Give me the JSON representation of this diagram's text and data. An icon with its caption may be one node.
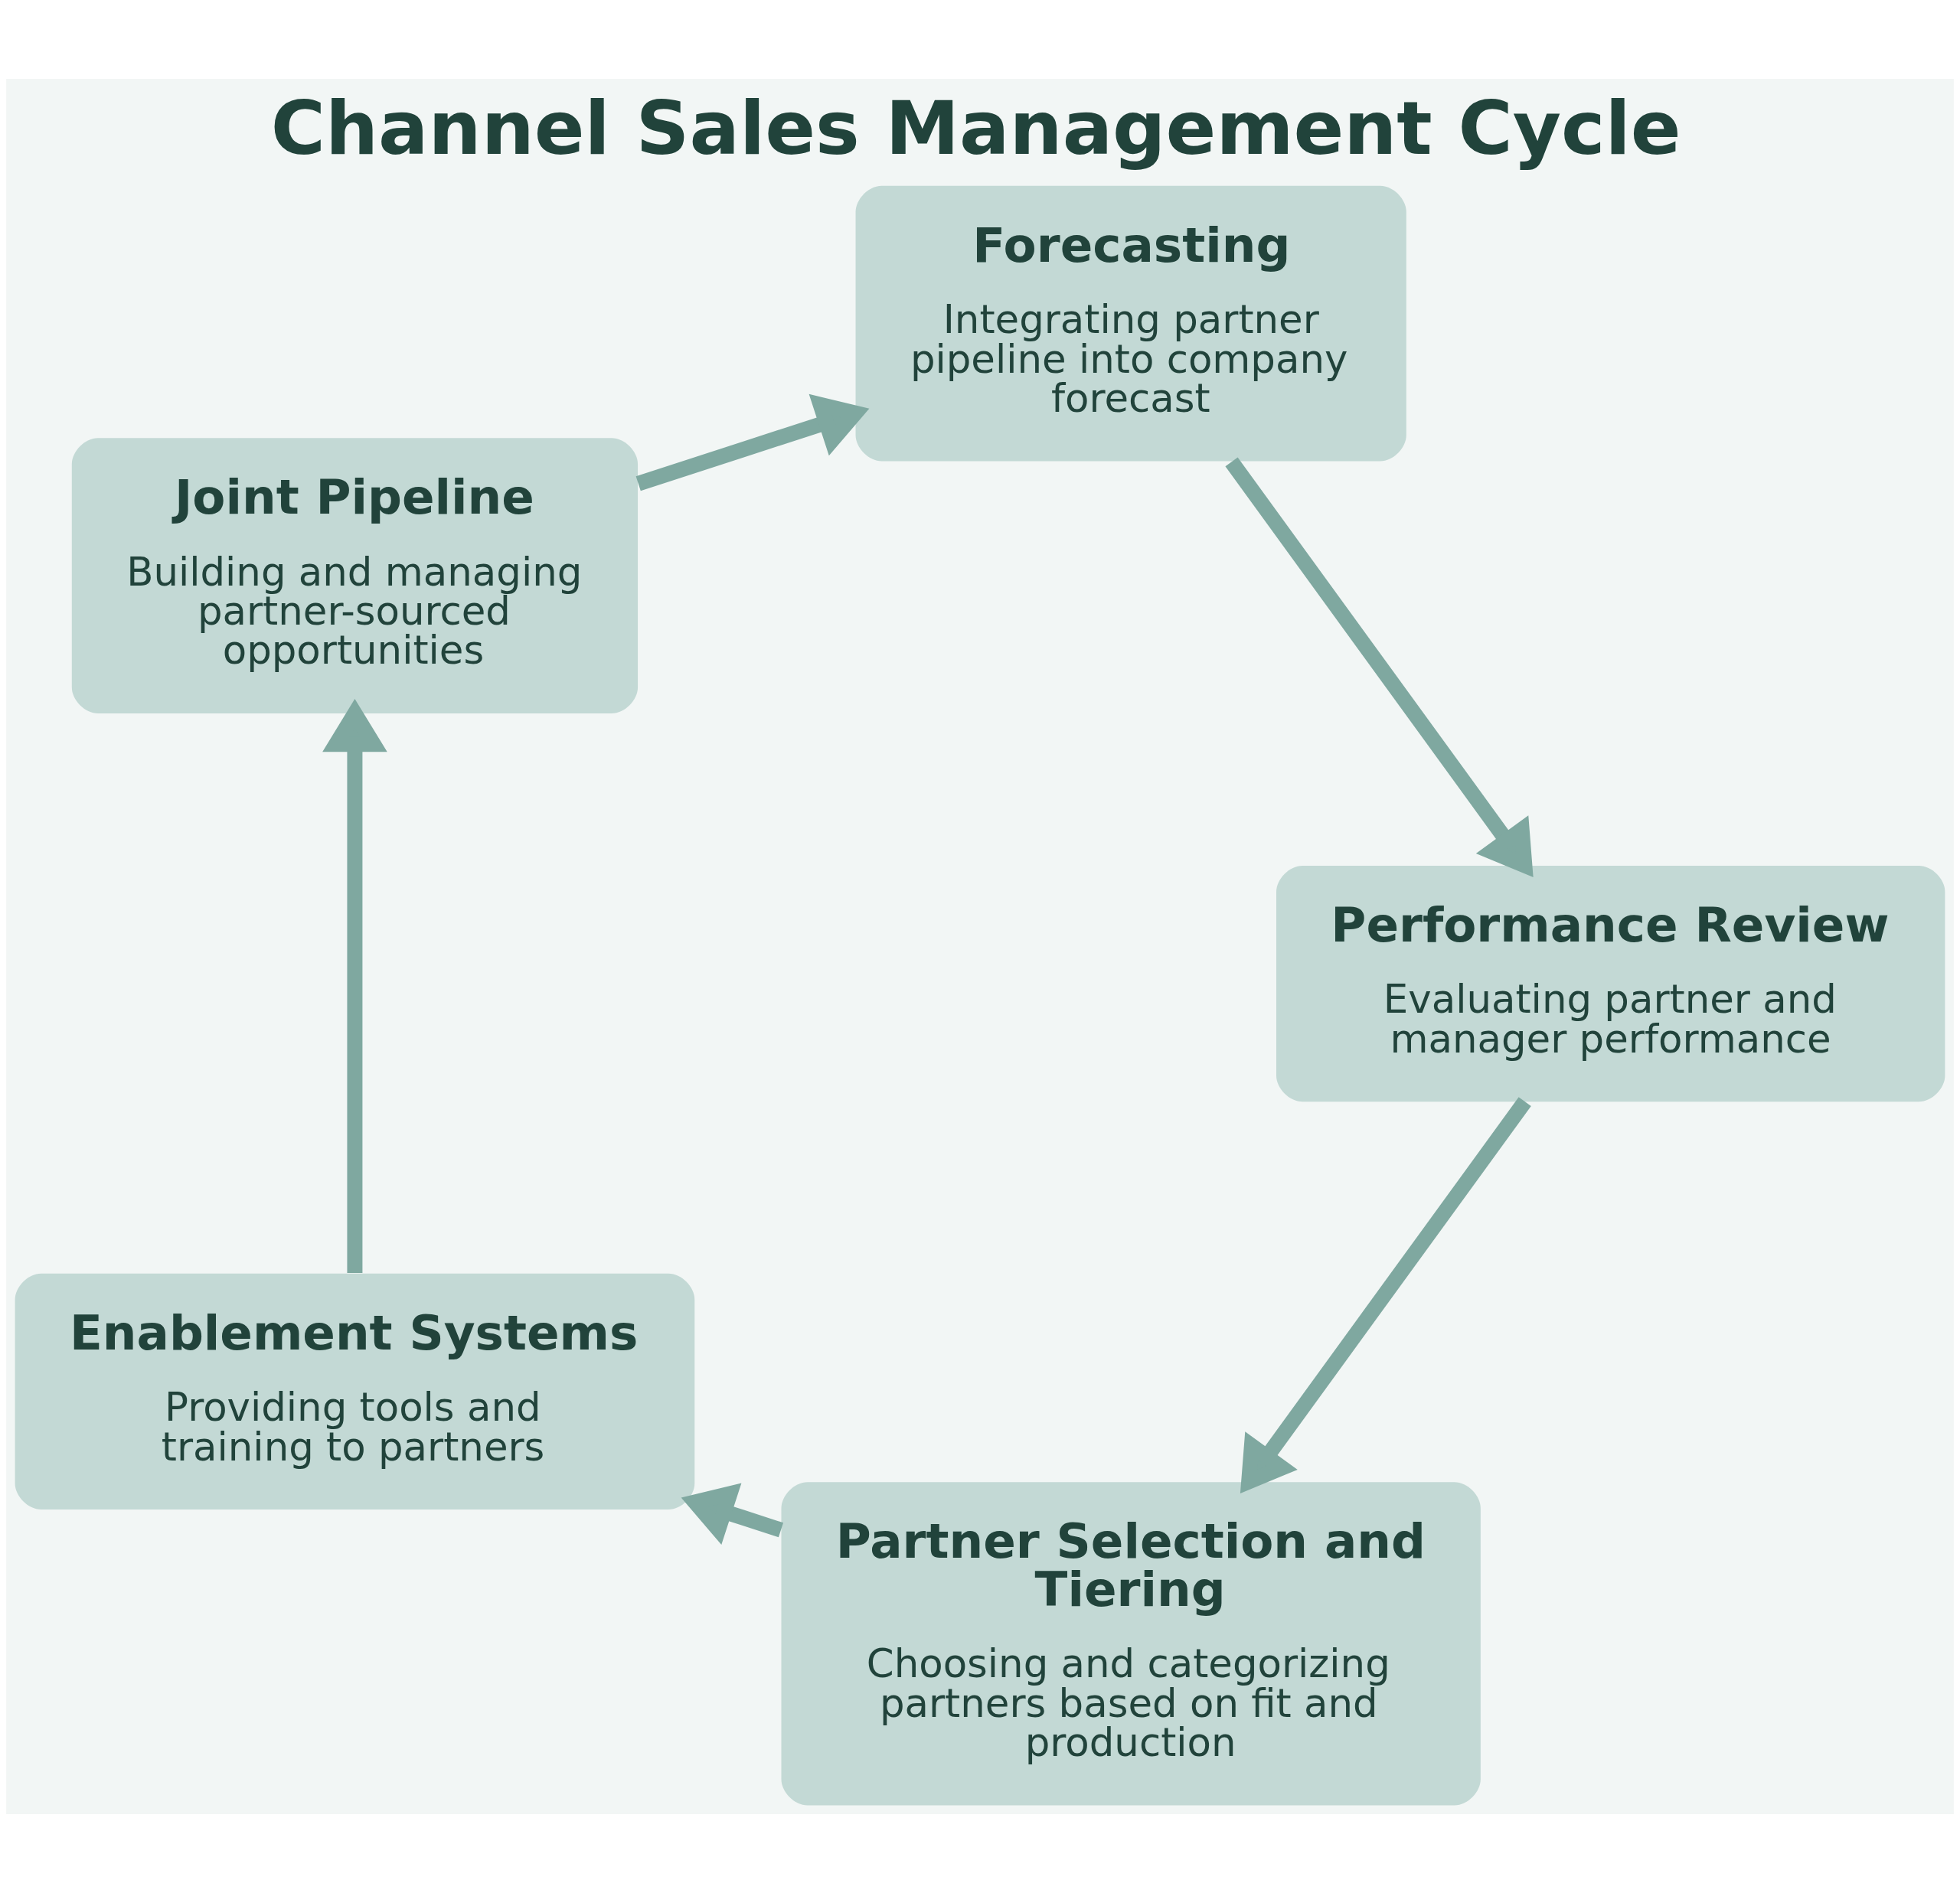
{
  "diagram": {
    "title": "Channel Sales Management Cycle",
    "nodes": [
      {
        "text": [
          "Partner Selection and Tiering",
          "Choosing and categorizing partners based on fit and production"
        ]
      },
      {
        "text": [
          "Enablement Systems",
          "Providing tools and training to partners"
        ]
      },
      {
        "text": [
          "Joint Pipeline",
          "Building and managing partner-sourced opportunities"
        ]
      },
      {
        "text": [
          "Forecasting",
          "Integrating partner pipeline into company forecast"
        ]
      },
      {
        "text": [
          "Performance Review",
          "Evaluating partner and manager performance"
        ]
      }
    ],
    "edges": [
      {
        "from": 0,
        "to": 1,
        "arrow": "to"
      },
      {
        "from": 1,
        "to": 2,
        "arrow": "to"
      },
      {
        "from": 2,
        "to": 3,
        "arrow": "to"
      },
      {
        "from": 3,
        "to": 4,
        "arrow": "to"
      },
      {
        "from": 4,
        "to": 0,
        "arrow": "to"
      }
    ]
  }
}
